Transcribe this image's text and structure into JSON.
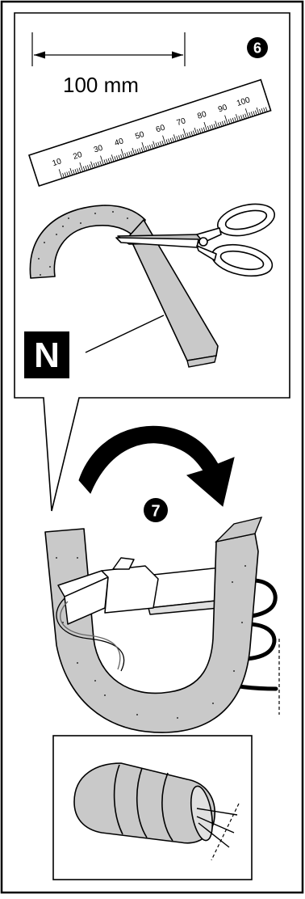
{
  "measurement": {
    "label": "100 mm"
  },
  "steps": {
    "step6": "6",
    "step7": "7"
  },
  "callout": {
    "letter": "N"
  },
  "ruler": {
    "ticks": [
      "10",
      "20",
      "30",
      "40",
      "50",
      "60",
      "70",
      "80",
      "90",
      "100"
    ]
  },
  "colors": {
    "tape_fill": "#c9c9c9",
    "outline": "#000000",
    "background": "#ffffff"
  }
}
